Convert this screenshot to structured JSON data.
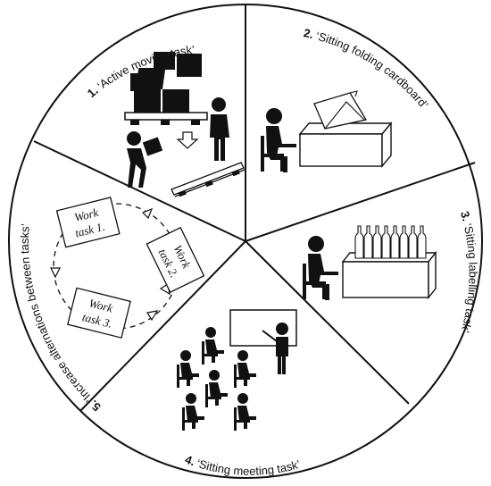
{
  "diagram": {
    "segments": [
      {
        "id": 1,
        "number": "1.",
        "label": "‘Active moving task’"
      },
      {
        "id": 2,
        "number": "2.",
        "label": "‘Sitting folding cardboard’"
      },
      {
        "id": 3,
        "number": "3.",
        "label": "‘Sitting labelling task’"
      },
      {
        "id": 4,
        "number": "4.",
        "label": "‘Sitting meeting task’"
      },
      {
        "id": 5,
        "number": "5.",
        "label": "‘Increase alternations between tasks’"
      }
    ],
    "cycle_cards": [
      {
        "line1": "Work",
        "line2": "task 1."
      },
      {
        "line1": "Work",
        "line2": "task 2."
      },
      {
        "line1": "Work",
        "line2": "task 3."
      }
    ]
  }
}
